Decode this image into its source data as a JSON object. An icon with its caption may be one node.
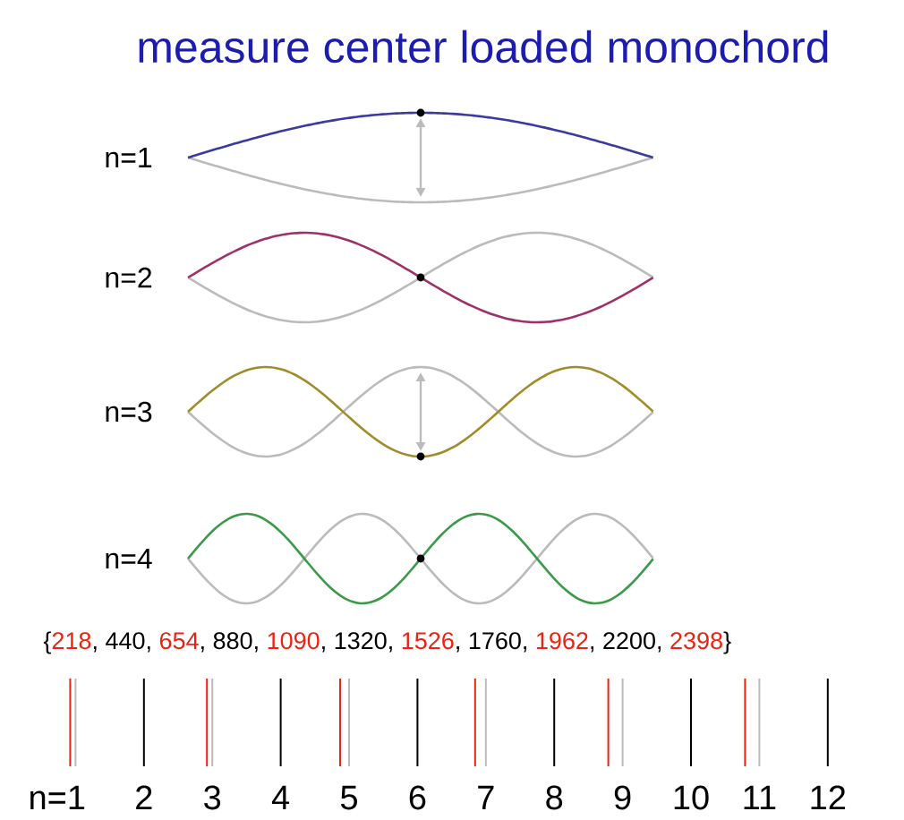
{
  "diagram": {
    "title": "measure center loaded monochord",
    "labels": [
      "n=1",
      "n=2",
      "n=3",
      "n=4",
      "{",
      "218",
      ", 440,",
      "654",
      ", 880,",
      "1090",
      ", 1320,",
      "1526",
      ", 1760,",
      "1962",
      ", 2200,",
      "2398",
      "}",
      "n=1",
      "2",
      "3",
      "4",
      "5",
      "6",
      "7",
      "8",
      "9",
      "10",
      "11",
      "12"
    ]
  }
}
